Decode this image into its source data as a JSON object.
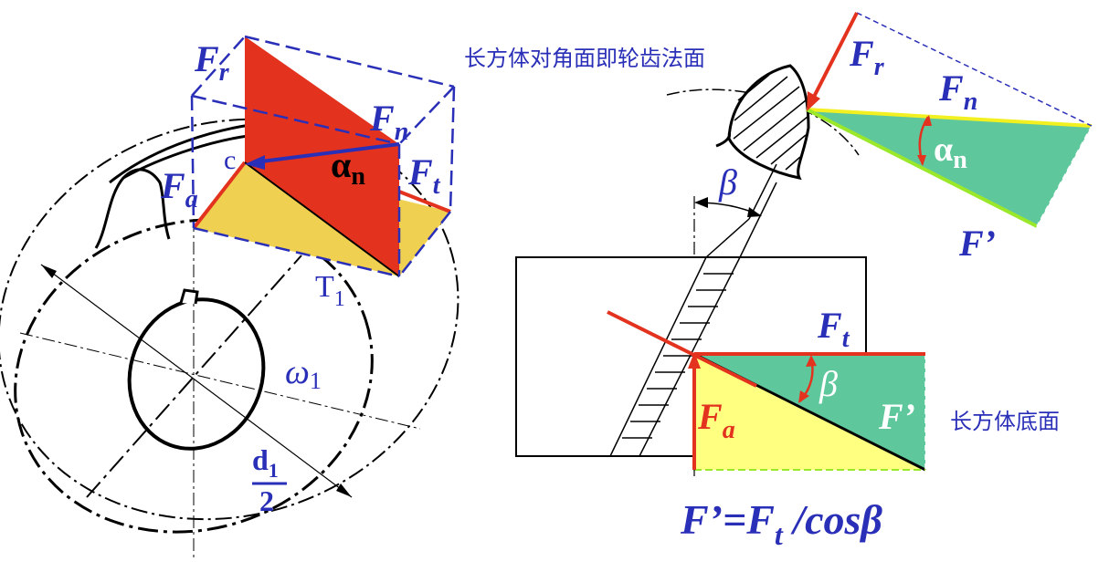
{
  "colors": {
    "blue": "#2a2fb8",
    "red": "#e3321e",
    "yellow": "#f0d050",
    "green": "#5ec89c",
    "black": "#000000"
  },
  "left": {
    "Fr": "F",
    "Fr_sub": "r",
    "Fn": "F",
    "Fn_sub": "n",
    "Ft": "F",
    "Ft_sub": "t",
    "Fa": "F",
    "Fa_sub": "a",
    "alpha": "α",
    "alpha_sub": "n",
    "c": "c",
    "T": "T",
    "T_sub": "1",
    "omega": "ω",
    "omega_sub": "1",
    "d": "d",
    "d_sub": "1",
    "den": "2"
  },
  "right": {
    "caption_top": "长方体对角面即轮齿法面",
    "caption_bottom": "长方体底面",
    "Fr": "F",
    "Fr_sub": "r",
    "Fn": "F",
    "Fn_sub": "n",
    "alpha": "α",
    "alpha_sub": "n",
    "Fprime_top": "F’",
    "beta_top": "β",
    "Ft": "F",
    "Ft_sub": "t",
    "beta_bottom": "β",
    "Fprime_bottom": "F’",
    "Fa": "F",
    "Fa_sub": "a",
    "formula_lhs": "F’=F",
    "formula_sub": "t",
    "formula_rhs": " /cosβ"
  }
}
